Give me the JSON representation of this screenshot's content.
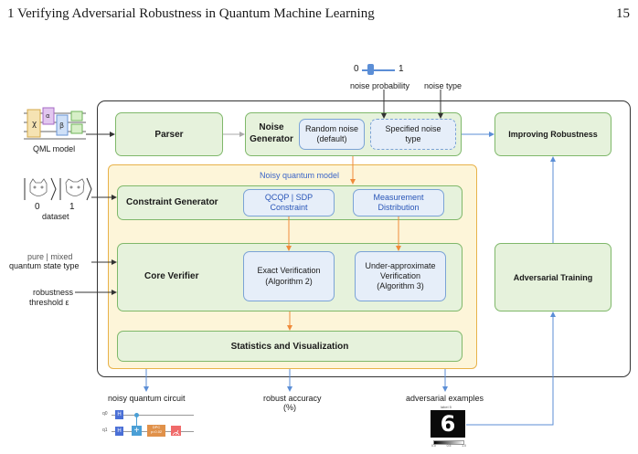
{
  "header": {
    "chapter": "1 Verifying Adversarial Robustness in Quantum Machine Learning",
    "page": "15"
  },
  "slider": {
    "min": "0",
    "max": "1"
  },
  "labels": {
    "noise_probability": "noise probability",
    "noise_type": "noise type",
    "qml_model": "QML model",
    "dataset": "dataset",
    "ket0": "0",
    "ket1": "1",
    "state_type_options": "pure | mixed",
    "state_type": "quantum state type",
    "threshold_line1": "robustness",
    "threshold_line2": "threshold ε",
    "noisy_circuit": "noisy quantum circuit",
    "robust_accuracy_line1": "robust accuracy",
    "robust_accuracy_line2": "(%)",
    "adv_examples": "adversarial examples"
  },
  "boxes": {
    "parser": "Parser",
    "noise_generator_1": "Noise",
    "noise_generator_2": "Generator",
    "random_noise_1": "Random noise",
    "random_noise_2": "(default)",
    "specified_noise_1": "Specified noise",
    "specified_noise_2": "type",
    "improving": "Improving Robustness",
    "noisy_model": "Noisy quantum model",
    "constraint_gen": "Constraint Generator",
    "qcqp_1": "QCQP | SDP",
    "qcqp_2": "Constraint",
    "measure_1": "Measurement",
    "measure_2": "Distribution",
    "core_verifier": "Core Verifier",
    "exact_1": "Exact Verification",
    "exact_2": "(Algorithm 2)",
    "under_1": "Under-approximate",
    "under_2": "Verification",
    "under_3": "(Algorithm 3)",
    "adv_training": "Adversarial Training",
    "stats": "Statistics and Visualization"
  },
  "circuit": {
    "q0": "q0",
    "q1": "q1",
    "h_gate": "H",
    "dpc_1": "DPC",
    "dpc_2": "p=0.02",
    "image_title": "label 5",
    "image_digit": "6",
    "colorbar_ticks": [
      "0.0",
      "0.5",
      "1.0"
    ]
  },
  "colors": {
    "green_fill": "#e6f2dc",
    "green_border": "#7fb86a",
    "blue_fill": "#e6eef9",
    "blue_border": "#7ba3d6",
    "yellow_fill": "#fdf5d9",
    "yellow_border": "#e8b24a",
    "orange_arrow": "#f08a3a",
    "blue_arrow": "#5b8ed6"
  }
}
